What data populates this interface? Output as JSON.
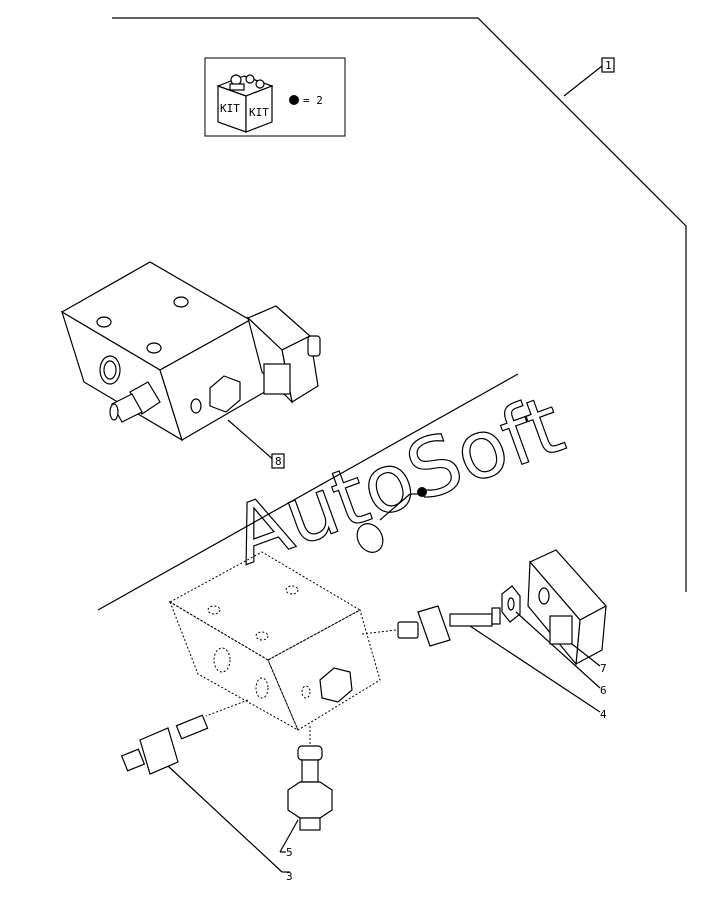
{
  "kit": {
    "label_left": "KIT",
    "label_right": "KIT",
    "equals_text": "= 2"
  },
  "callouts": {
    "assembly": "1",
    "valve_block": "8",
    "cartridge_valve": "4",
    "nut": "6",
    "solenoid_coil": "7",
    "lower_plug": "5",
    "side_valve": "3"
  },
  "watermark": "AutoSoft",
  "colors": {
    "ink": "#000000",
    "background": "#ffffff"
  }
}
